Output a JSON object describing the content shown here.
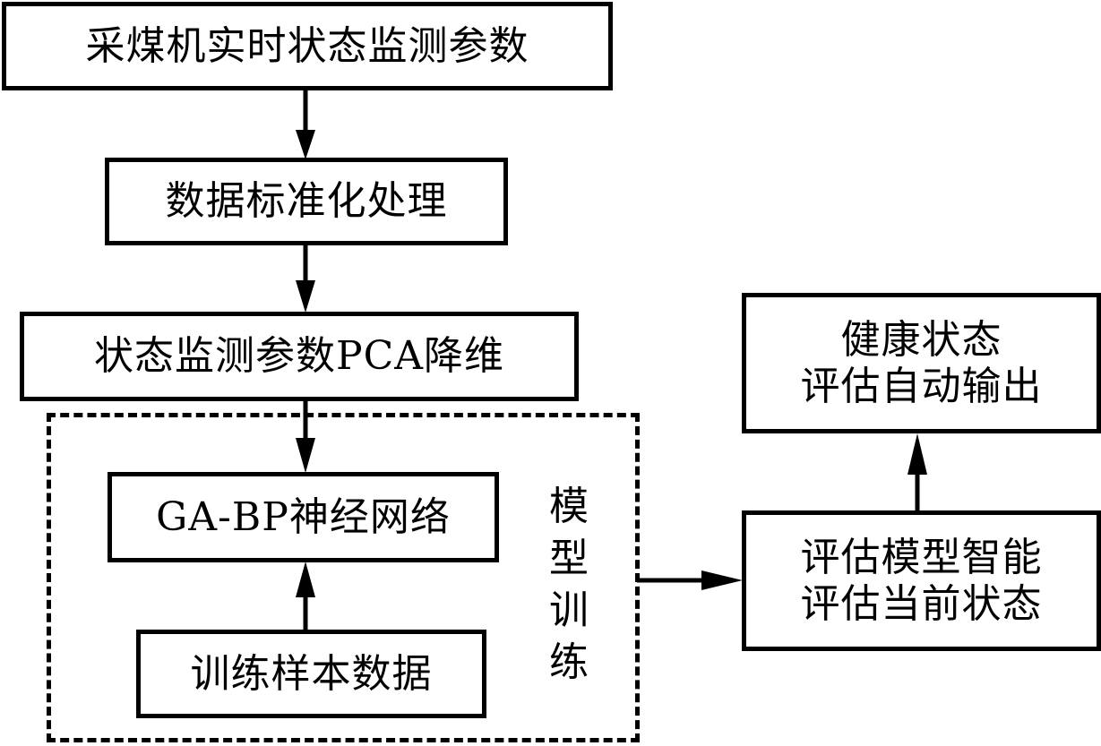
{
  "diagram": {
    "title": "采煤机健康状态评估流程",
    "nodes": {
      "monitoring_params": {
        "label": "采煤机实时状态监测参数"
      },
      "standardization": {
        "label": "数据标准化处理"
      },
      "pca": {
        "label": "状态监测参数PCA降维"
      },
      "gabp": {
        "label": "GA-BP神经网络"
      },
      "training_data": {
        "label": "训练样本数据"
      },
      "evaluate": {
        "lines": [
          "评估模型智能",
          "评估当前状态"
        ]
      },
      "output": {
        "lines": [
          "健康状态",
          "评估自动输出"
        ]
      }
    },
    "group": {
      "label": "模型训练",
      "chars": [
        "模",
        "型",
        "训",
        "练"
      ]
    },
    "edges": [
      {
        "from": "monitoring_params",
        "to": "standardization"
      },
      {
        "from": "standardization",
        "to": "pca"
      },
      {
        "from": "pca",
        "to": "gabp"
      },
      {
        "from": "training_data",
        "to": "gabp"
      },
      {
        "from": "model_training_group",
        "to": "evaluate"
      },
      {
        "from": "evaluate",
        "to": "output"
      }
    ]
  }
}
